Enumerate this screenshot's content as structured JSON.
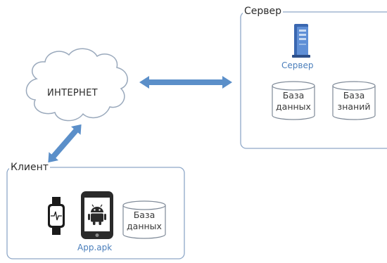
{
  "internet": {
    "label": "ИНТЕРНЕТ"
  },
  "server_group": {
    "title": "Сервер",
    "server_label": "Сервер",
    "databases": [
      {
        "line1": "База",
        "line2": "данных"
      },
      {
        "line1": "База",
        "line2": "знаний"
      }
    ]
  },
  "client_group": {
    "title": "Клиент",
    "app_label": "App.apk",
    "database": {
      "line1": "База",
      "line2": "данных"
    }
  },
  "colors": {
    "arrow": "#5b8fc9",
    "group_border": "#8fa8c8",
    "server_blue": "#3a67b0",
    "label_blue": "#4a7ebb"
  }
}
